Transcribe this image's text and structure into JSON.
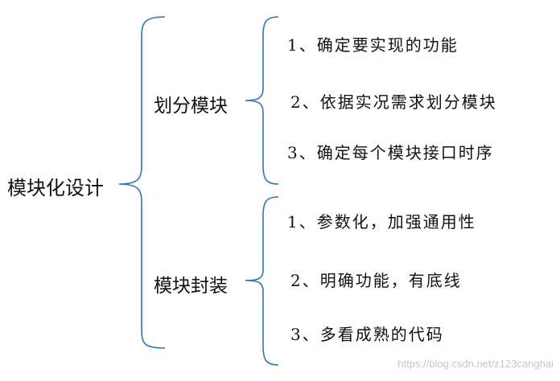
{
  "mindmap": {
    "root": "模块化设计",
    "branches": [
      {
        "label": "划分模块",
        "items": [
          "1、确定要实现的功能",
          "2、依据实况需求划分模块",
          "3、确定每个模块接口时序"
        ]
      },
      {
        "label": "模块封装",
        "items": [
          "1、参数化，加强通用性",
          "2、明确功能，有底线",
          "3、多看成熟的代码"
        ]
      }
    ]
  },
  "colors": {
    "bracket": "#2e75b6",
    "text": "#111111",
    "watermark": "#c6c6c6"
  },
  "watermark": "https://blog.csdn.net/z123canghai"
}
